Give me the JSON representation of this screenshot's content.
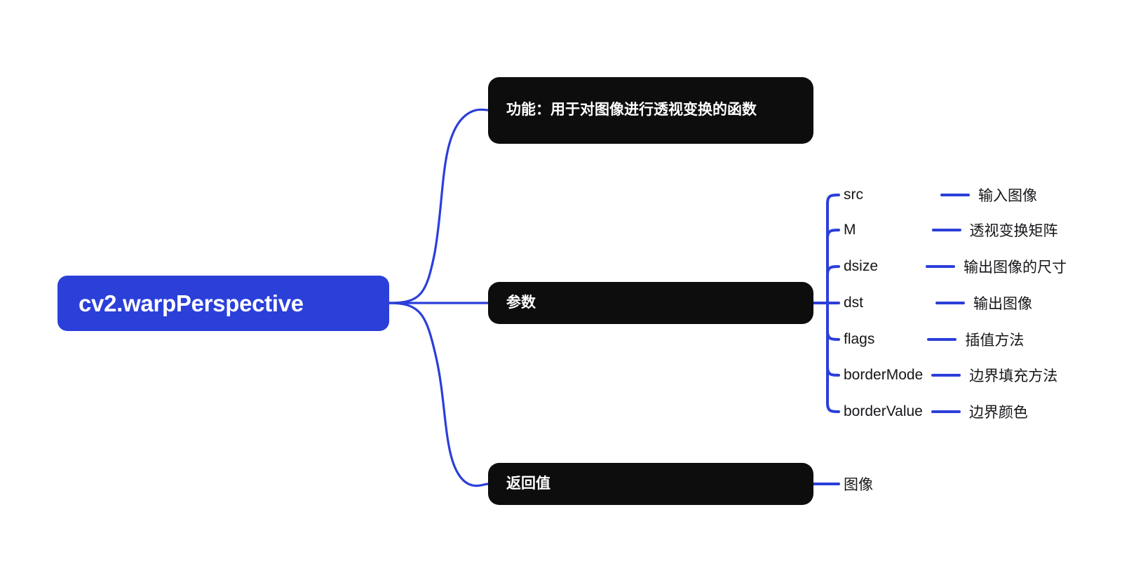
{
  "diagram": {
    "type": "mindmap",
    "background_color": "#ffffff",
    "accent_color": "#2B3FD9",
    "node_color": "#0d0d0d",
    "text_color": "#16161a",
    "root": {
      "label": "cv2.warpPerspective"
    },
    "branches": [
      {
        "id": "feature",
        "label": "功能：用于对图像进行透视变换的函数"
      },
      {
        "id": "params",
        "label": "参数"
      },
      {
        "id": "return",
        "label": "返回值"
      }
    ],
    "parameters": [
      {
        "name": "src",
        "desc": "输入图像"
      },
      {
        "name": "M",
        "desc": "透视变换矩阵"
      },
      {
        "name": "dsize",
        "desc": "输出图像的尺寸"
      },
      {
        "name": "dst",
        "desc": "输出图像"
      },
      {
        "name": "flags",
        "desc": "插值方法"
      },
      {
        "name": "borderMode",
        "desc": "边界填充方法"
      },
      {
        "name": "borderValue",
        "desc": "边界颜色"
      }
    ],
    "return_items": [
      {
        "label": "图像"
      }
    ]
  }
}
